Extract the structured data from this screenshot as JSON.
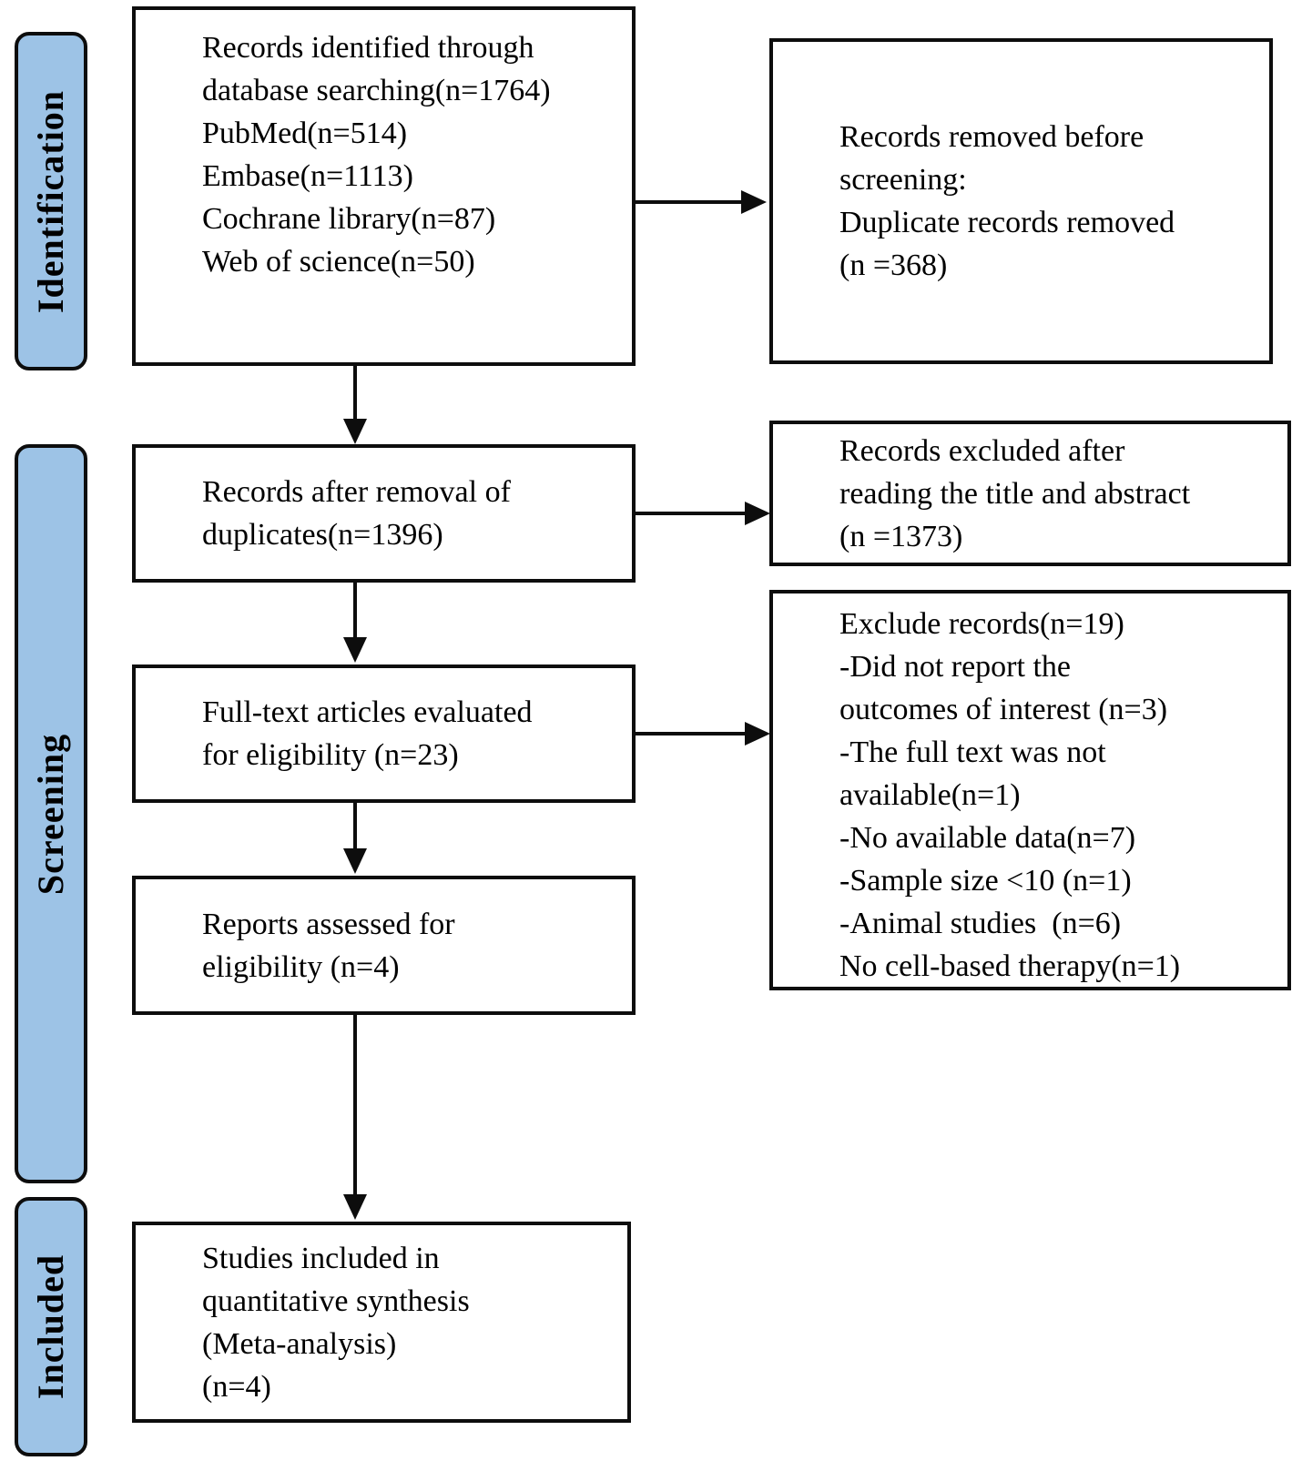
{
  "stages": [
    {
      "label": "Identification"
    },
    {
      "label": "Screening"
    },
    {
      "label": "Included"
    }
  ],
  "flow_boxes": {
    "records_identified": {
      "text": "Records identified through\ndatabase searching(n=1764)\nPubMed(n=514)\nEmbase(n=1113)\nCochrane library(n=87)\nWeb of science(n=50)"
    },
    "records_removed_before_screening": {
      "text": "Records removed before\nscreening:\nDuplicate records removed\n(n =368)"
    },
    "records_after_duplicates": {
      "text": "Records after removal of\nduplicates(n=1396)"
    },
    "records_excluded_title_abstract": {
      "text": "Records excluded after\nreading the title and abstract\n(n =1373)"
    },
    "fulltext_evaluated": {
      "text": "Full-text articles evaluated\nfor eligibility (n=23)"
    },
    "excluded_records": {
      "text": "Exclude records(n=19)\n-Did not report the\noutcomes of interest (n=3)\n-The full text was not\navailable(n=1)\n-No available data(n=7)\n-Sample size <10 (n=1)\n-Animal studies  (n=6)\nNo cell-based therapy(n=1)"
    },
    "reports_assessed": {
      "text": "Reports assessed for\neligibility (n=4)"
    },
    "studies_included": {
      "text": "Studies included in\nquantitative synthesis\n(Meta-analysis)\n(n=4)"
    }
  },
  "colors": {
    "stage_fill": "#9dc3e6",
    "line": "#0d0d0d",
    "box_fill": "#ffffff",
    "text": "#000000"
  }
}
